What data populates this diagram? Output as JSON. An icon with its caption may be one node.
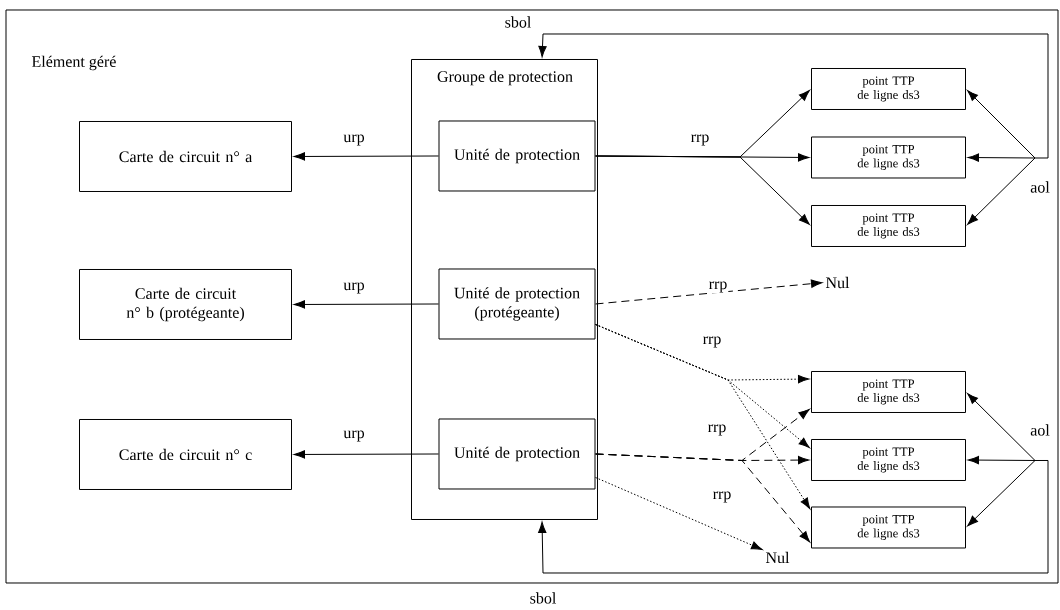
{
  "diagram": {
    "nodes": [
      {
        "text": [
          "Elément géré"
        ]
      },
      {
        "text": [
          "Groupe de protection"
        ],
        "in": 0
      },
      {
        "text": [
          "Carte de circuit n° a"
        ],
        "in": 0
      },
      {
        "text": [
          "Carte de circuit n° b (protégeante)"
        ],
        "in": 0
      },
      {
        "text": [
          "Carte de circuit n° c"
        ],
        "in": 0
      },
      {
        "text": [
          "Unité de protection"
        ],
        "in": 1
      },
      {
        "text": [
          "Unité de protection (protégeante)"
        ],
        "in": 1
      },
      {
        "text": [
          "Unité de protection"
        ],
        "in": 1
      },
      {
        "text": [
          "point TTP de ligne ds3"
        ],
        "in": 0
      },
      {
        "text": [
          "point TTP de ligne ds3"
        ],
        "in": 0
      },
      {
        "text": [
          "point TTP de ligne ds3"
        ],
        "in": 0
      },
      {
        "text": [
          "Nul"
        ],
        "in": 0
      },
      {
        "text": [
          "point TTP de ligne ds3"
        ],
        "in": 0
      },
      {
        "text": [
          "point TTP de ligne ds3"
        ],
        "in": 0
      },
      {
        "text": [
          "point TTP de ligne ds3"
        ],
        "in": 0
      },
      {
        "text": [
          "Nul"
        ],
        "in": 0
      }
    ],
    "edges": [
      {
        "from": 5,
        "to": 2,
        "arrow": "to",
        "label": "urp"
      },
      {
        "from": 6,
        "to": 3,
        "arrow": "to",
        "label": "urp"
      },
      {
        "from": 7,
        "to": 4,
        "arrow": "to",
        "label": "urp"
      },
      {
        "from": 5,
        "to": 8,
        "arrow": "to"
      },
      {
        "from": 5,
        "to": 9,
        "arrow": "to",
        "label": "rrp"
      },
      {
        "from": 5,
        "to": 10,
        "arrow": "to"
      },
      {
        "from": 6,
        "to": 11,
        "arrow": "to",
        "label": "rrp",
        "style": "dashed"
      },
      {
        "from": 6,
        "to": 12,
        "arrow": "to",
        "label": "rrp",
        "style": "dashed"
      },
      {
        "from": 6,
        "to": 13,
        "arrow": "to",
        "style": "dashed"
      },
      {
        "from": 6,
        "to": 14,
        "arrow": "to",
        "style": "dashed"
      },
      {
        "from": 7,
        "to": 12,
        "arrow": "to",
        "style": "dashed"
      },
      {
        "from": 7,
        "to": 13,
        "arrow": "to",
        "label": "rrp",
        "style": "dashed"
      },
      {
        "from": 7,
        "to": 14,
        "arrow": "to",
        "style": "dashed"
      },
      {
        "from": 7,
        "to": 15,
        "arrow": "to",
        "label": "rrp",
        "style": "dashed"
      },
      {
        "from": null,
        "to": 8,
        "arrow": "to"
      },
      {
        "from": null,
        "to": 9,
        "arrow": "to",
        "label": "aol"
      },
      {
        "from": null,
        "to": 10,
        "arrow": "to"
      },
      {
        "from": null,
        "to": 1,
        "arrow": "to",
        "label": "sbol"
      },
      {
        "from": null,
        "to": 12,
        "arrow": "to",
        "label": "aol"
      },
      {
        "from": null,
        "to": 13,
        "arrow": "to"
      },
      {
        "from": null,
        "to": 14,
        "arrow": "to"
      },
      {
        "from": null,
        "to": 1,
        "arrow": "to",
        "label": "sbol"
      }
    ]
  }
}
